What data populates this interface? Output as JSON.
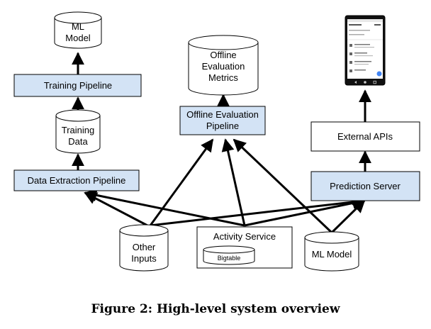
{
  "diagram": {
    "ml_model_top": [
      "ML",
      "Model"
    ],
    "training_pipeline": "Training Pipeline",
    "training_data": [
      "Training",
      "Data"
    ],
    "data_extraction_pipeline": "Data Extraction Pipeline",
    "offline_eval_metrics": [
      "Offline",
      "Evaluation",
      "Metrics"
    ],
    "offline_eval_pipeline": [
      "Offline Evaluation",
      "Pipeline"
    ],
    "external_apis": "External APIs",
    "prediction_server": "Prediction Server",
    "other_inputs": [
      "Other",
      "Inputs"
    ],
    "activity_service": "Activity Service",
    "bigtable": "Bigtable",
    "ml_model_bottom": "ML Model"
  },
  "caption": "Figure 2: High-level system overview",
  "colors": {
    "pipeline_fill": "#d3e3f5",
    "stroke": "#000000",
    "phone_accent": "#4285f4"
  }
}
